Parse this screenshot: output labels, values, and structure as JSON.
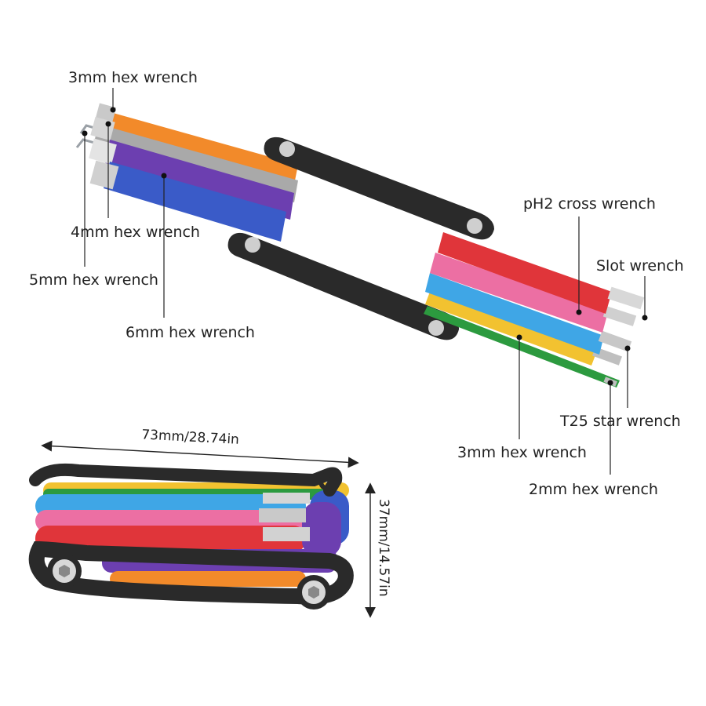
{
  "labels": {
    "hex3_top": "3mm hex wrench",
    "hex4": "4mm hex wrench",
    "hex5": "5mm hex wrench",
    "hex6": "6mm hex wrench",
    "ph2": "pH2 cross wrench",
    "slot": "Slot wrench",
    "t25": "T25 star wrench",
    "hex3_bottom": "3mm hex wrench",
    "hex2": "2mm hex wrench"
  },
  "dimensions": {
    "length": "73mm/28.74in",
    "height": "37mm/14.57in"
  },
  "colors": {
    "orange": "#f28a2a",
    "gray": "#a9a9a9",
    "purple": "#6c3fb0",
    "blue": "#3a5bc8",
    "red": "#e0353a",
    "pink": "#ec6fa3",
    "cyan": "#3fa6e6",
    "yellow": "#f2c230",
    "green": "#2c9a3f",
    "body": "#2a2a2a"
  }
}
